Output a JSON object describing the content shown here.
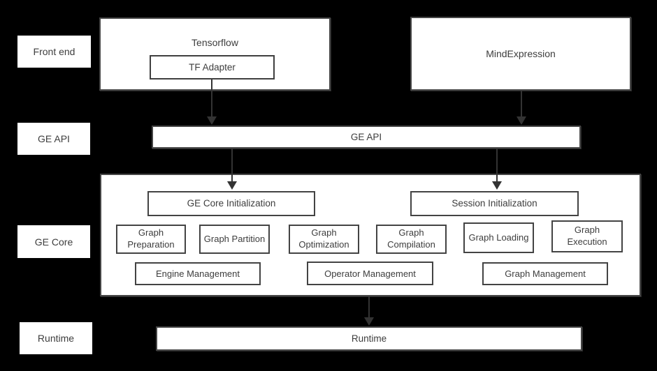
{
  "diagram": {
    "title_hint": "GE architecture diagram",
    "colors": {
      "background": "#000000",
      "box_fill": "#ffffff",
      "box_border": "#464646",
      "text": "#3d3d3d",
      "arrow": "#333333"
    },
    "row_labels": {
      "front_end": "Front end",
      "ge_api": "GE API",
      "ge_core": "GE Core",
      "runtime": "Runtime"
    },
    "front_end": {
      "tensorflow": "Tensorflow",
      "tf_adapter": "TF Adapter",
      "mindexpression": "MindExpression"
    },
    "ge_api_bar": "GE API",
    "ge_core": {
      "init": "GE Core Initialization",
      "session": "Session Initialization",
      "stages": [
        "Graph Preparation",
        "Graph Partition",
        "Graph Optimization",
        "Graph Compilation",
        "Graph Loading",
        "Graph Execution"
      ],
      "management": [
        "Engine Management",
        "Operator Management",
        "Graph Management"
      ]
    },
    "runtime_bar": "Runtime"
  }
}
